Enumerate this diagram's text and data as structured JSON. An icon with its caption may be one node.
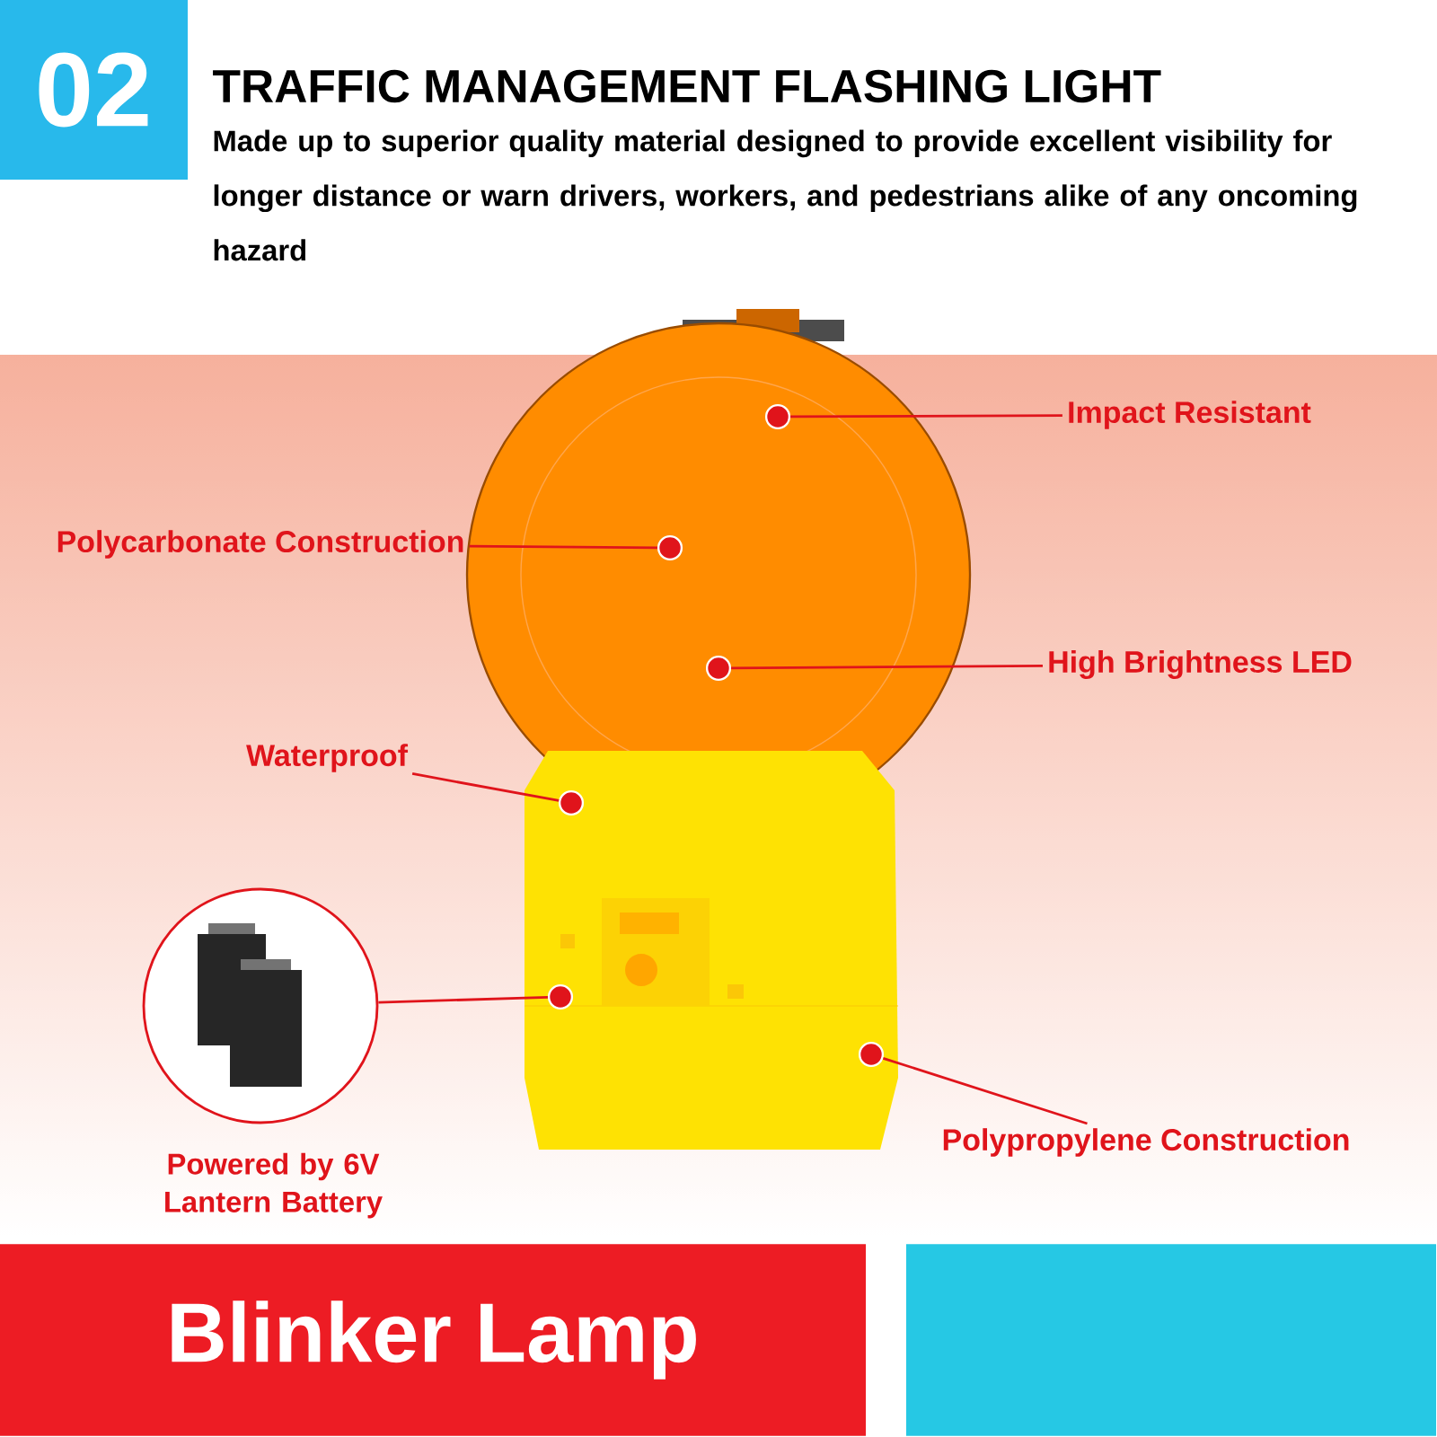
{
  "diagram": {
    "title": "TRAFFIC MANAGEMENT FLASHING LIGHT",
    "nodes": [
      {
        "text": [
          "02"
        ]
      },
      {
        "text": [
          "Impact Resistant"
        ]
      },
      {
        "text": [
          "Polycarbonate Construction"
        ]
      },
      {
        "text": [
          "High Brightness LED"
        ]
      },
      {
        "text": [
          "Waterproof"
        ]
      },
      {
        "text": [
          "Powered by 6V Lantern Battery"
        ]
      },
      {
        "text": [
          "Polypropylene Construction"
        ]
      },
      {
        "text": [],
        "shape": "circle"
      },
      {
        "text": [],
        "shape": "circle"
      },
      {
        "text": [],
        "shape": "circle"
      },
      {
        "text": [],
        "shape": "circle"
      },
      {
        "text": [],
        "shape": "circle"
      },
      {
        "text": [],
        "shape": "circle"
      },
      {
        "text": [
          "Blinker Lamp"
        ]
      },
      {
        "text": [],
        "shape": "bar"
      }
    ],
    "edges": [
      {
        "from": 1,
        "to": 7,
        "arrow": "none"
      },
      {
        "from": 2,
        "to": 8,
        "arrow": "none"
      },
      {
        "from": 3,
        "to": 9,
        "arrow": "none"
      },
      {
        "from": 4,
        "to": 10,
        "arrow": "none"
      },
      {
        "from": 5,
        "to": 11,
        "arrow": "none"
      },
      {
        "from": 6,
        "to": 12,
        "arrow": "none"
      }
    ],
    "labels": [
      "Made up to superior quality material designed to provide excellent visibility for longer distance or warn drivers, workers, and pedestrians alike of any oncoming hazard"
    ]
  }
}
